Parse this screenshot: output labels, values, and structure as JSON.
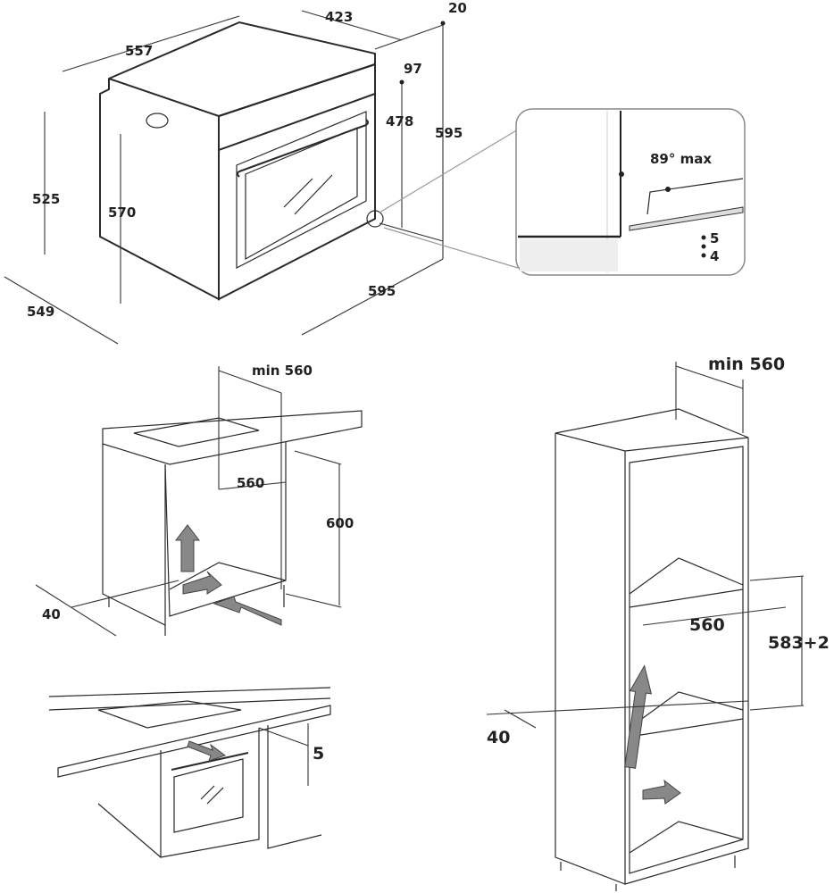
{
  "oven_dimensions": {
    "depth_top": "423",
    "door_thickness": "20",
    "width_top": "557",
    "panel_height": "97",
    "door_height": "478",
    "total_height": "595",
    "body_height_left": "525",
    "cavity_height": "570",
    "body_depth": "549",
    "front_width": "595"
  },
  "detail_inset": {
    "angle_label": "89° max",
    "marks": [
      "5",
      "4"
    ]
  },
  "under_counter": {
    "min_width": "min 560",
    "inner_width": "560",
    "height": "600",
    "back_gap": "40"
  },
  "column_unit": {
    "min_width": "min 560",
    "inner_width": "560",
    "height": "583+2",
    "back_gap": "40"
  },
  "installed_view": {
    "gap": "5"
  }
}
